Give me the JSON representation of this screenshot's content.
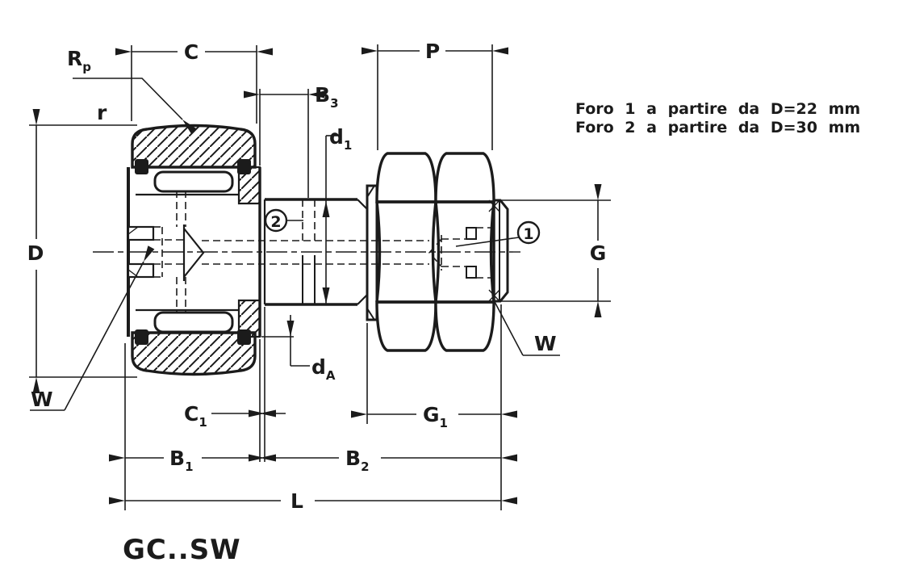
{
  "colors": {
    "ink": "#1b1b1b",
    "paper": "#ffffff"
  },
  "notes": {
    "line1": "Foro 1 a partire da D=22 mm",
    "line2": "Foro 2 a partire da D=30 mm"
  },
  "part_code": "GC..SW",
  "callouts": {
    "hole1": "1",
    "hole2": "2"
  },
  "dims": {
    "rp": {
      "base": "R",
      "sub": "p"
    },
    "c": {
      "base": "C",
      "sub": ""
    },
    "p": {
      "base": "P",
      "sub": ""
    },
    "b3": {
      "base": "B",
      "sub": "3"
    },
    "d1": {
      "base": "d",
      "sub": "1"
    },
    "r": {
      "base": "r",
      "sub": ""
    },
    "d": {
      "base": "D",
      "sub": ""
    },
    "g": {
      "base": "G",
      "sub": ""
    },
    "w_left": {
      "base": "W",
      "sub": ""
    },
    "w_right": {
      "base": "W",
      "sub": ""
    },
    "c1": {
      "base": "C",
      "sub": "1"
    },
    "da": {
      "base": "d",
      "sub": "A"
    },
    "g1": {
      "base": "G",
      "sub": "1"
    },
    "b1": {
      "base": "B",
      "sub": "1"
    },
    "b2": {
      "base": "B",
      "sub": "2"
    },
    "l": {
      "base": "L",
      "sub": ""
    }
  }
}
